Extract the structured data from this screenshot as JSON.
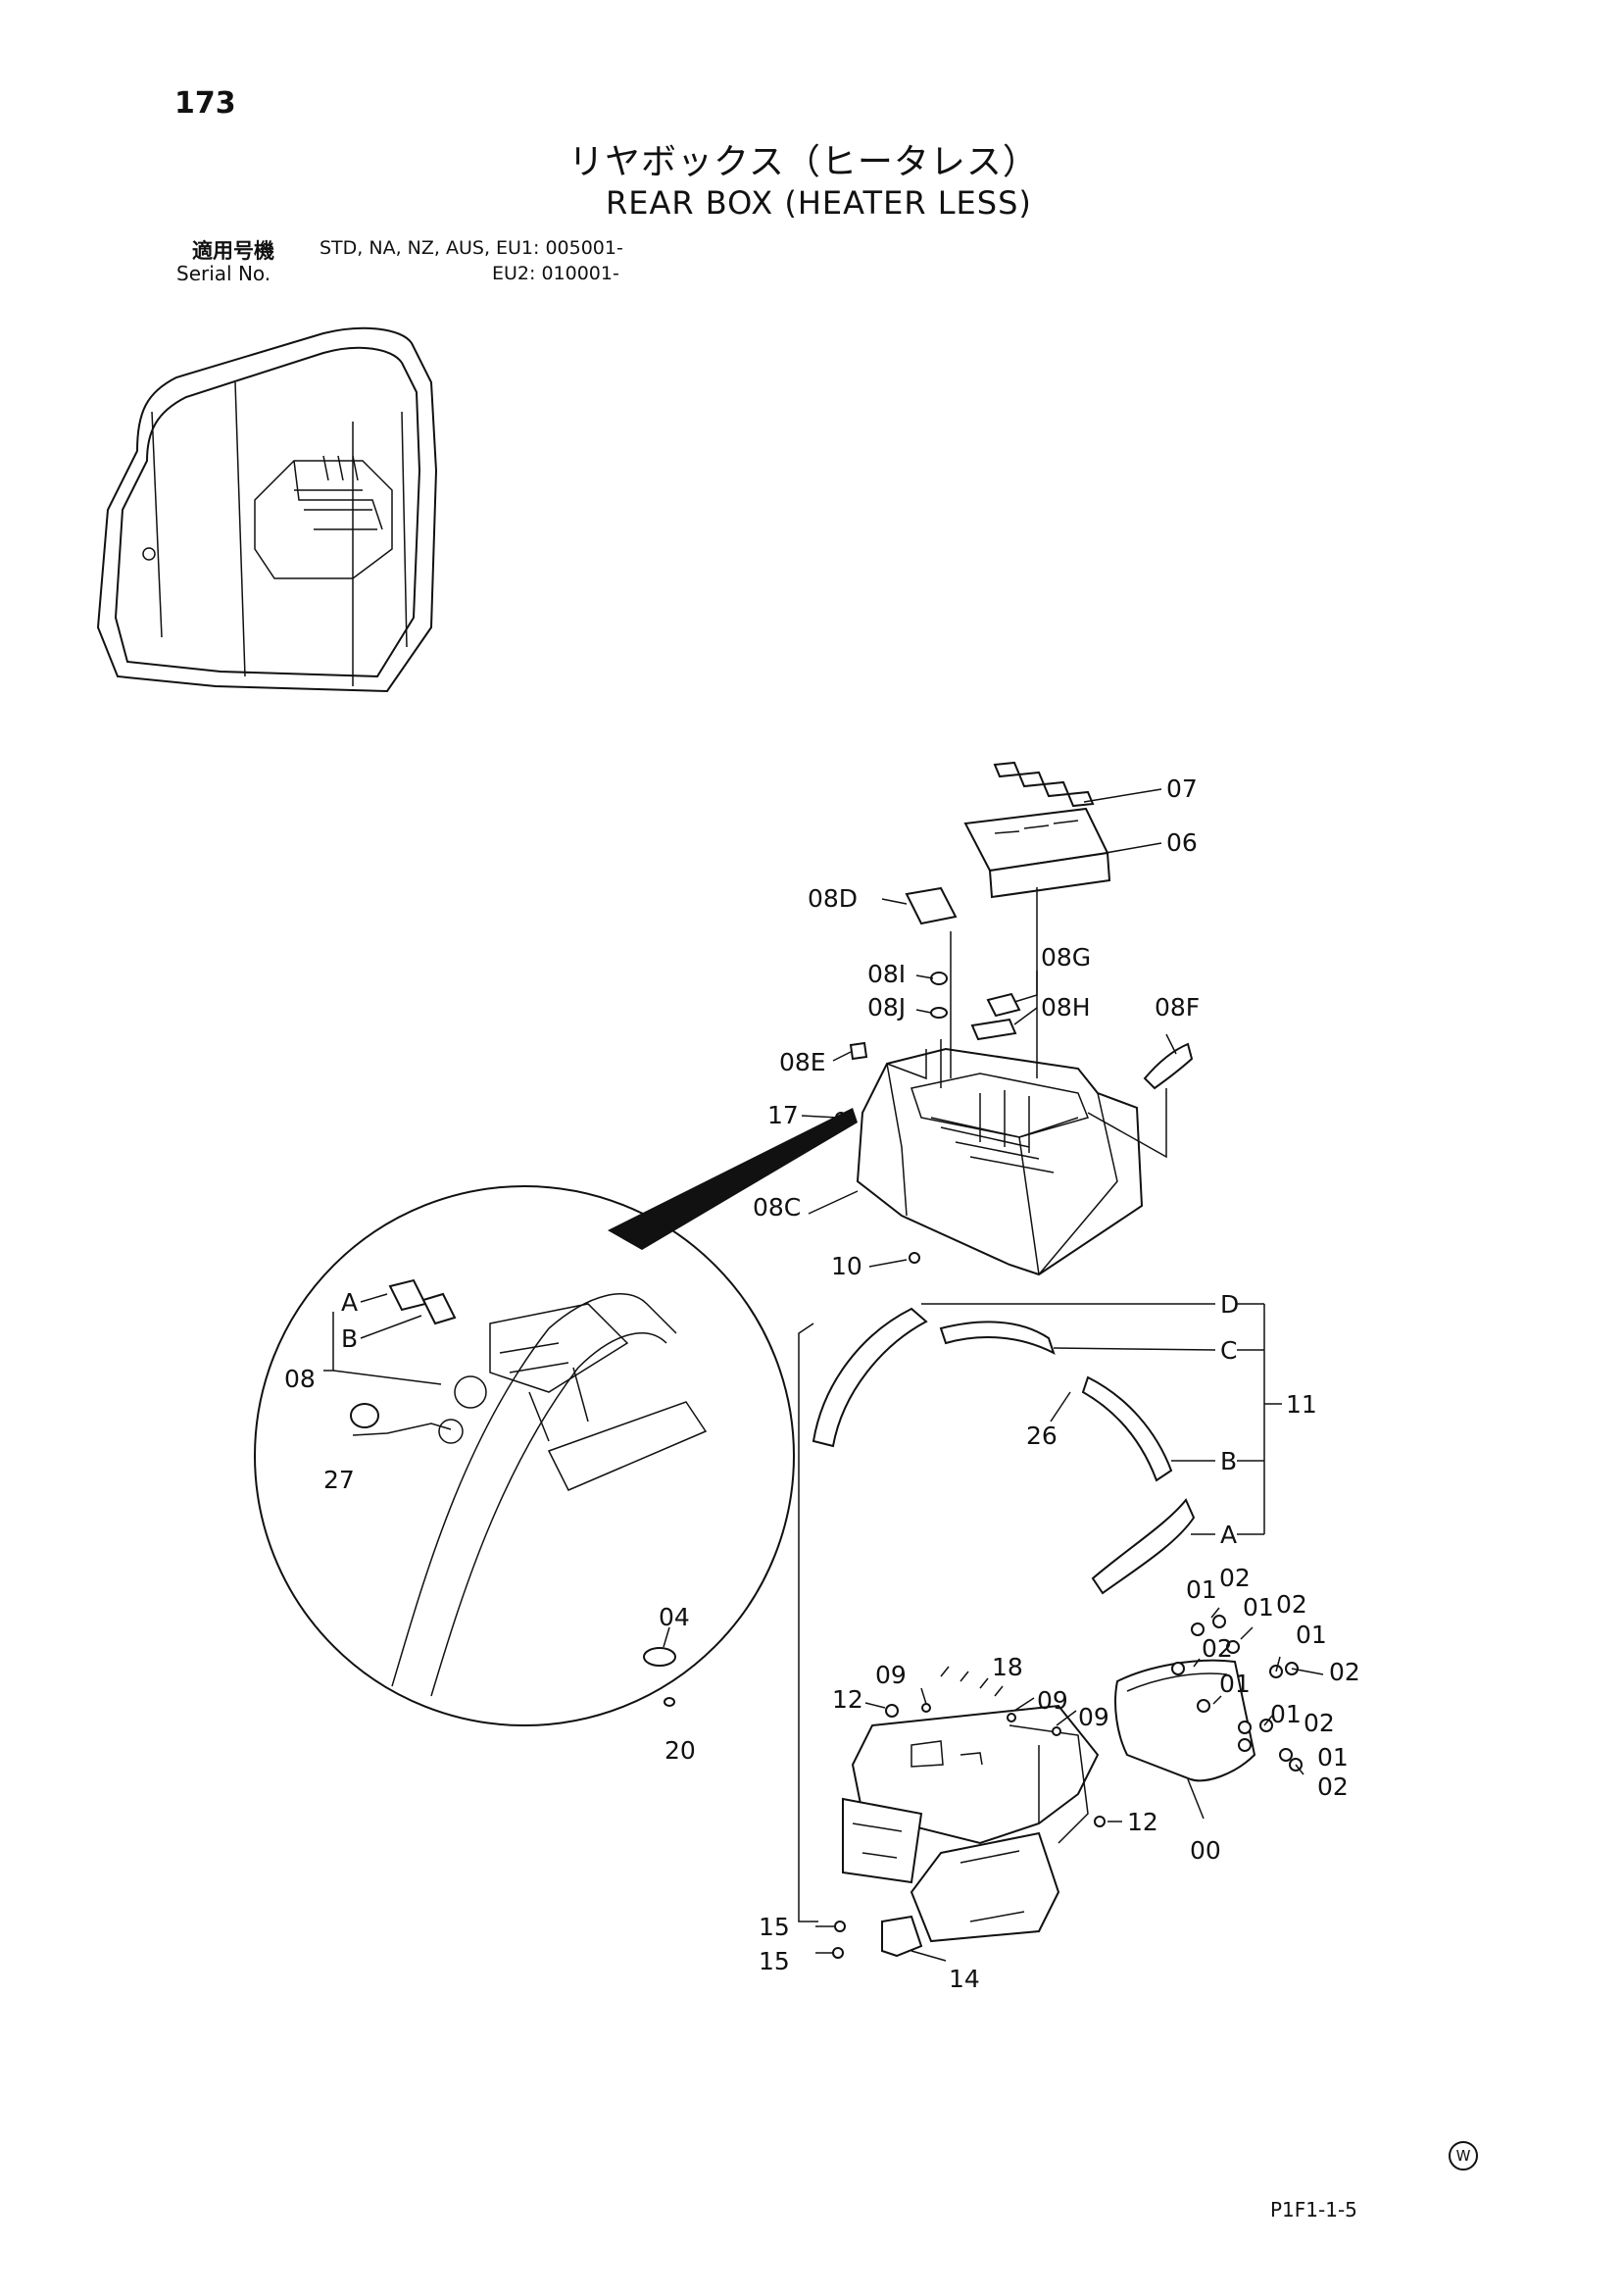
{
  "page_number": "173",
  "title_jp": "リヤボックス（ヒータレス）",
  "title_en": "REAR BOX (HEATER LESS)",
  "serial": {
    "label_jp": "適用号機",
    "label_en": "Serial No.",
    "line1": "STD, NA, NZ, AUS, EU1: 005001-",
    "line2": "EU2: 010001-"
  },
  "callouts": {
    "c07": "07",
    "c06": "06",
    "c08D": "08D",
    "c08I": "08I",
    "c08G": "08G",
    "c08J": "08J",
    "c08H": "08H",
    "c08F": "08F",
    "c08E": "08E",
    "c17": "17",
    "c08C": "08C",
    "c10": "10",
    "cD": "D",
    "cC": "C",
    "cB": "B",
    "cA": "A",
    "c11": "11",
    "c26": "26",
    "dA": "A",
    "dB": "B",
    "d08": "08",
    "d27": "27",
    "c04": "04",
    "c20": "20",
    "c01a": "01",
    "c02a": "02",
    "c01b": "01",
    "c02b": "02",
    "c02c": "02",
    "c01c": "01",
    "c02d": "02",
    "c01d": "01",
    "c01e": "01",
    "c02e": "02",
    "c01f": "01",
    "c02f": "02",
    "c00": "00",
    "c09a": "09",
    "c18": "18",
    "c12a": "12",
    "c09b": "09",
    "c09c": "09",
    "c12b": "12",
    "c15a": "15",
    "c15b": "15",
    "c14": "14"
  },
  "figure_code": "P1F1-1-5",
  "watermark_mark": "W"
}
